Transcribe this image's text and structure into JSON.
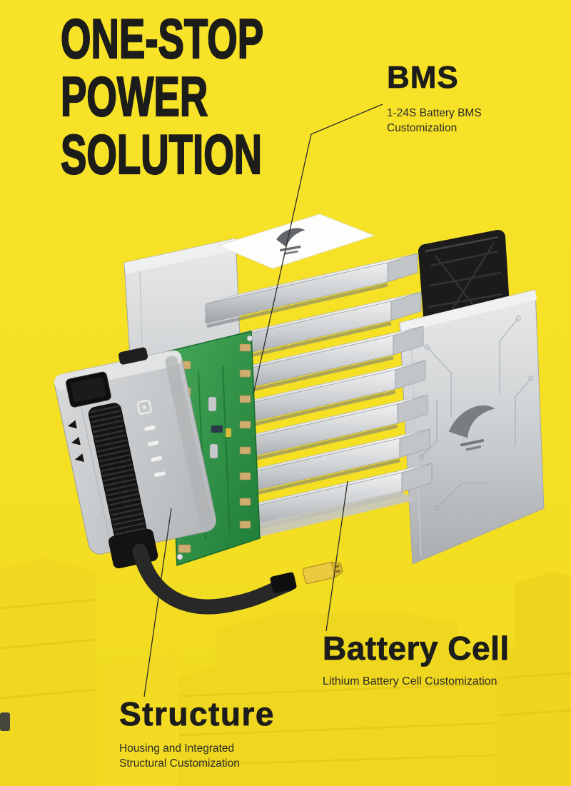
{
  "page": {
    "background_color": "#F5E024",
    "title_color": "#1C1C1A"
  },
  "title": {
    "lines": [
      "ONE-STOP",
      "POWER",
      "SOLUTION"
    ]
  },
  "callouts": {
    "bms": {
      "heading": "BMS",
      "desc_line1": "1-24S Battery BMS",
      "desc_line2": "Customization"
    },
    "battery_cell": {
      "heading": "Battery Cell",
      "desc_line1": "Lithium Battery Cell Customization"
    },
    "structure": {
      "heading": "Structure",
      "desc_line1": "Housing and Integrated",
      "desc_line2": "Structural Customization"
    }
  },
  "illustration": {
    "icons": [
      "brand-label-sheet",
      "battery-cell-stack",
      "bms-pcb-board",
      "black-end-cap",
      "right-housing-panel",
      "left-housing-panel",
      "controller-module",
      "power-cable",
      "xt60-connector",
      "background-battery-silhouettes"
    ],
    "accent_colors": {
      "pcb_green": "#2F9647",
      "connector_yellow": "#E8C93F",
      "metal_silver": "#C9CCCE"
    }
  }
}
